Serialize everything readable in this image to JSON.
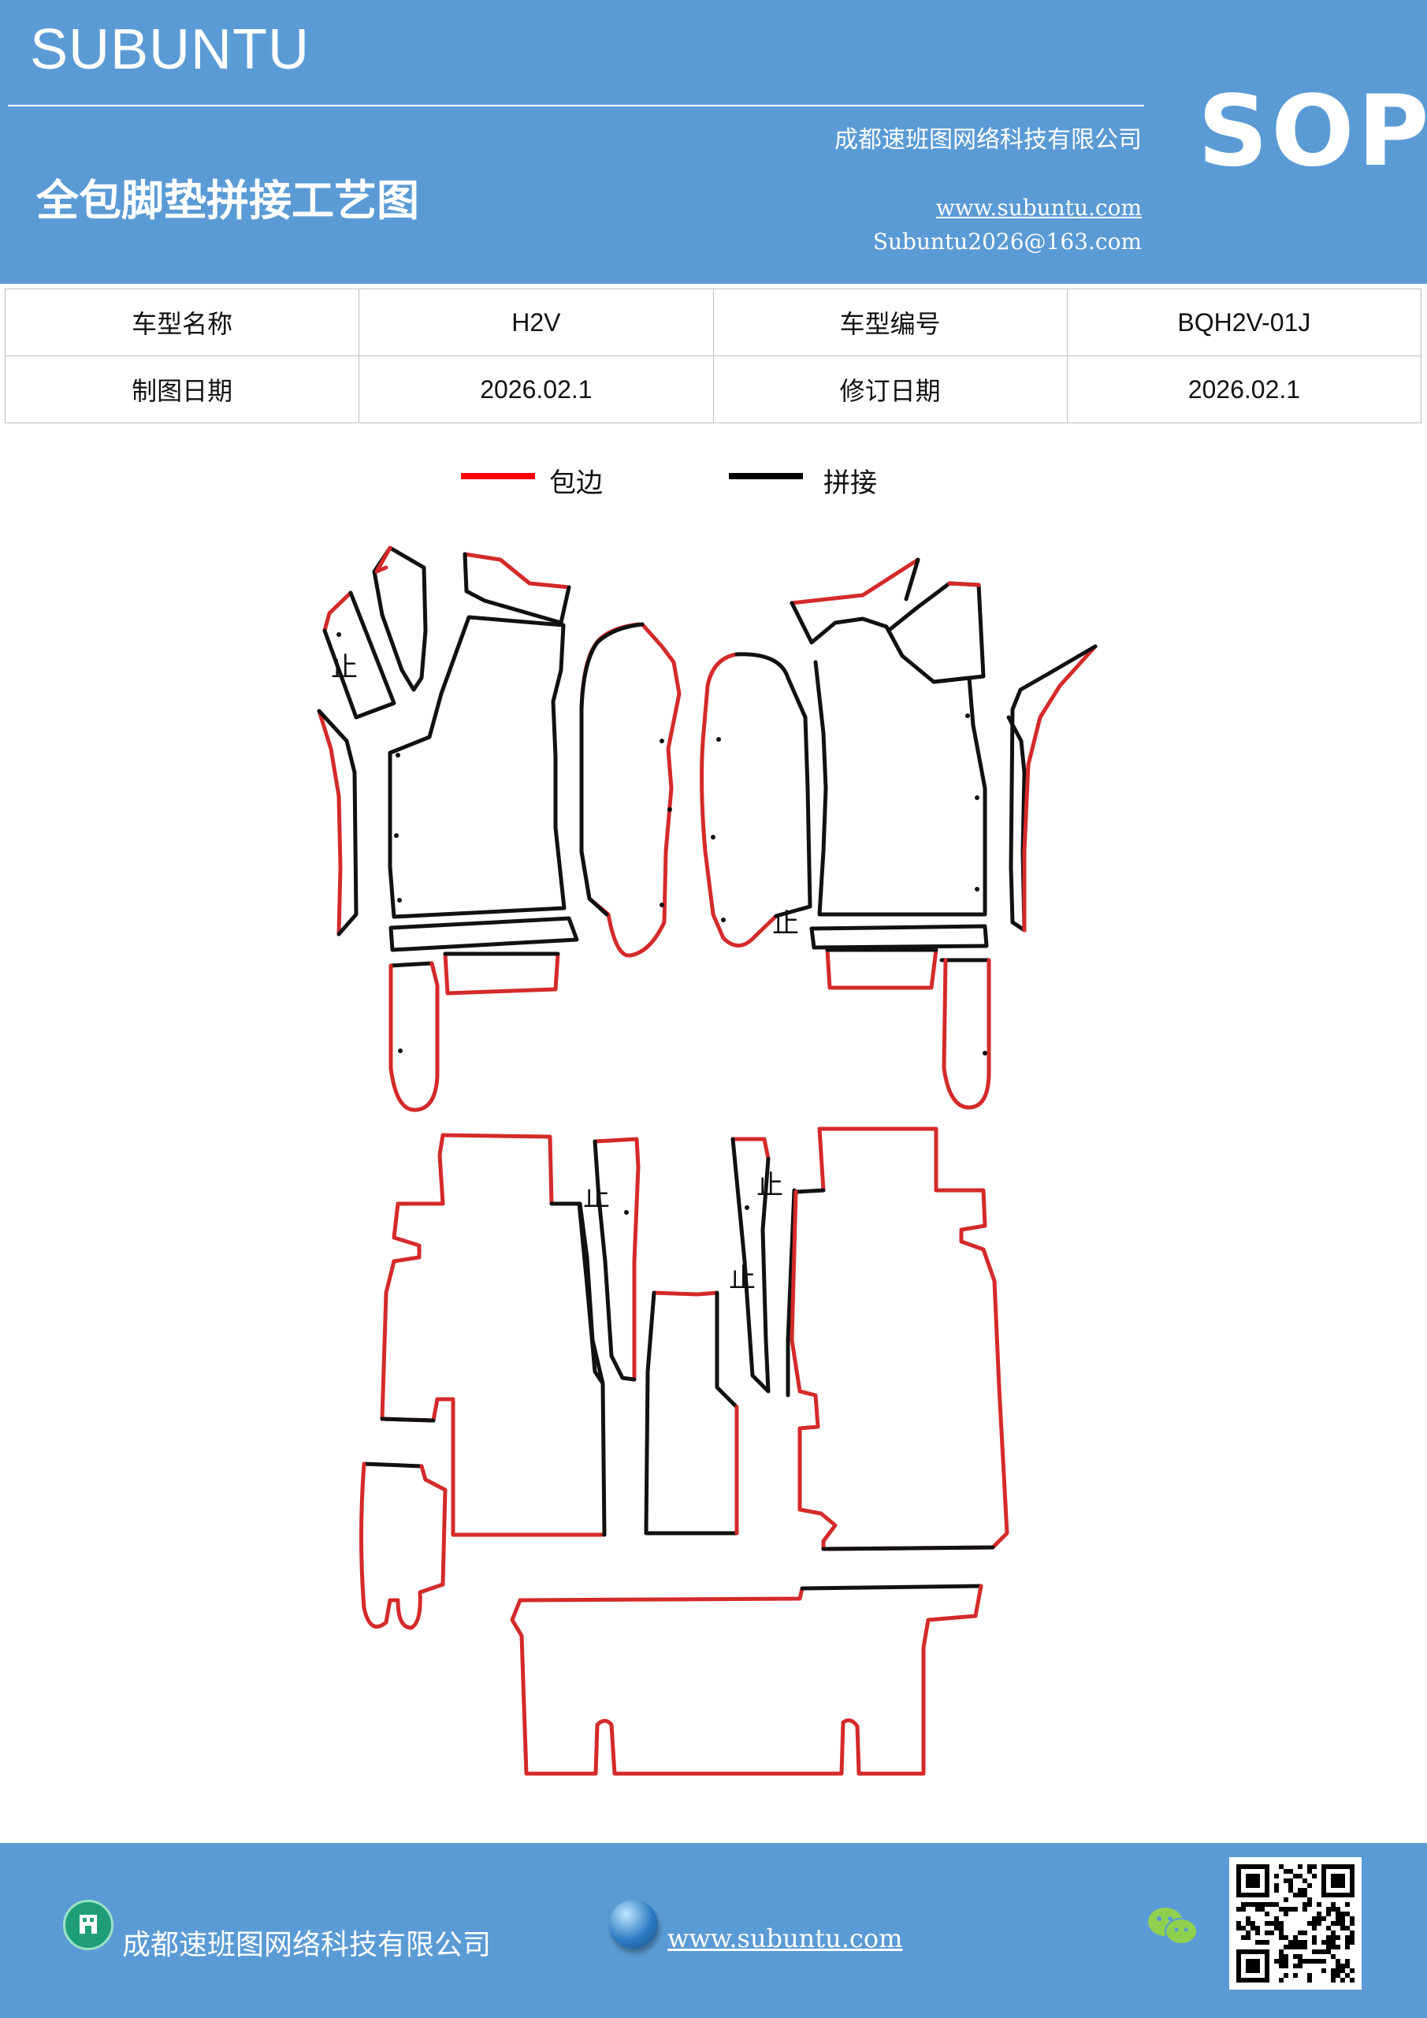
{
  "header": {
    "brand": "SUBUNTU",
    "company": "成都速班图网络科技有限公司",
    "title": "全包脚垫拼接工艺图",
    "website": "www.subuntu.com",
    "email": "Subuntu2026@163.com",
    "badge": "SOP",
    "background_color": "#5b9bd5"
  },
  "info_table": {
    "rows": [
      {
        "label1": "车型名称",
        "value1": "H2V",
        "label2": "车型编号",
        "value2": "BQH2V-01J"
      },
      {
        "label1": "制图日期",
        "value1": "2026.02.1",
        "label2": "修订日期",
        "value2": "2026.02.1"
      }
    ]
  },
  "legend": {
    "items": [
      {
        "label": "包边",
        "color": "#ff0000"
      },
      {
        "label": "拼接",
        "color": "#000000"
      }
    ]
  },
  "drawing": {
    "stop_mark": "止",
    "edge_color": "#d42a2a",
    "seam_color": "#111111"
  },
  "footer": {
    "company": "成都速班图网络科技有限公司",
    "website": "www.subuntu.com",
    "icons": [
      "building-icon",
      "globe-icon",
      "wechat-icon",
      "qr-code"
    ]
  }
}
